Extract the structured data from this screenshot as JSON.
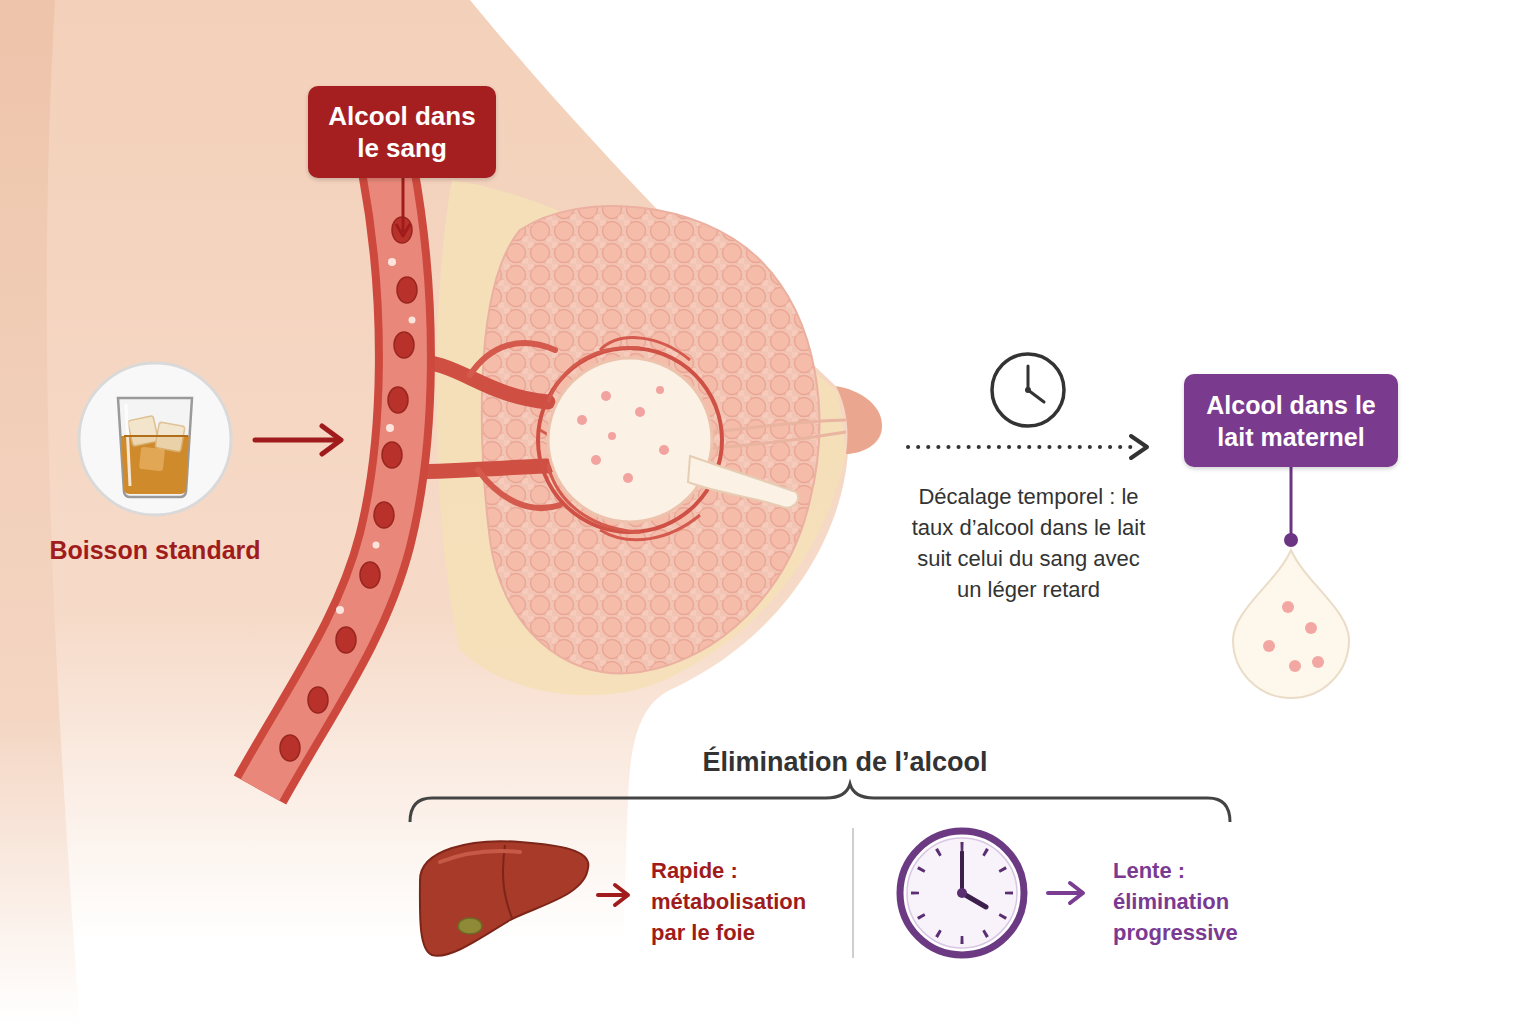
{
  "diagram": {
    "nodes": [
      {
        "text": [
          "Alcool dans le sang"
        ]
      },
      {
        "text": [
          "Boisson standard"
        ]
      },
      {
        "text": [
          "Alcool dans le lait maternel"
        ]
      }
    ],
    "labels": [
      "Décalage temporel : le taux d’alcool dans le lait suit celui du sang avec un léger retard",
      "Élimination de l’alcool",
      "Rapide : métabolisation par le foie",
      "Lente : élimination progressive"
    ]
  }
}
